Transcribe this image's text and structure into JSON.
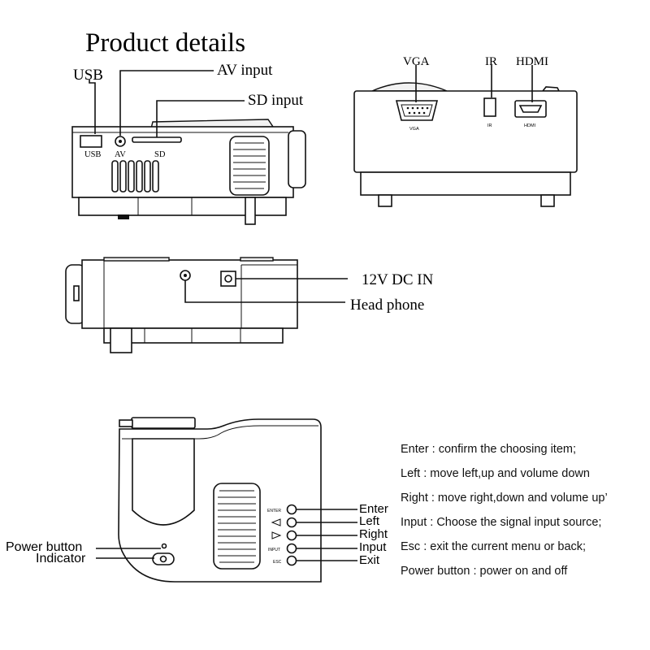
{
  "title": "Product details",
  "top_left": {
    "callouts": {
      "usb": "USB",
      "av_input": "AV input",
      "sd_input": "SD input"
    },
    "port_labels": {
      "usb": "USB",
      "av": "AV",
      "sd": "SD"
    }
  },
  "top_right": {
    "callouts": {
      "vga": "VGA",
      "ir": "IR",
      "hdmi": "HDMI"
    },
    "port_labels": {
      "vga": "VGA",
      "ir": "IR",
      "hdmi": "HDMI"
    }
  },
  "middle": {
    "callouts": {
      "dc_in": "12V DC IN",
      "headphone": "Head phone"
    }
  },
  "bottom": {
    "left_callouts": {
      "power_button": "Power button",
      "indicator": "Indicator"
    },
    "button_tiny_labels": [
      "ENTER",
      "INPUT",
      "ESC"
    ],
    "button_callouts": [
      "Enter",
      "Left",
      "Right",
      "Input",
      "Exit"
    ],
    "descriptions": [
      "Enter : confirm the choosing item;",
      "Left : move left,up and volume down",
      "Right : move right,down and volume up’",
      "Input : Choose the signal input source;",
      "Esc : exit the current menu or back;",
      "Power button : power on and off"
    ]
  }
}
